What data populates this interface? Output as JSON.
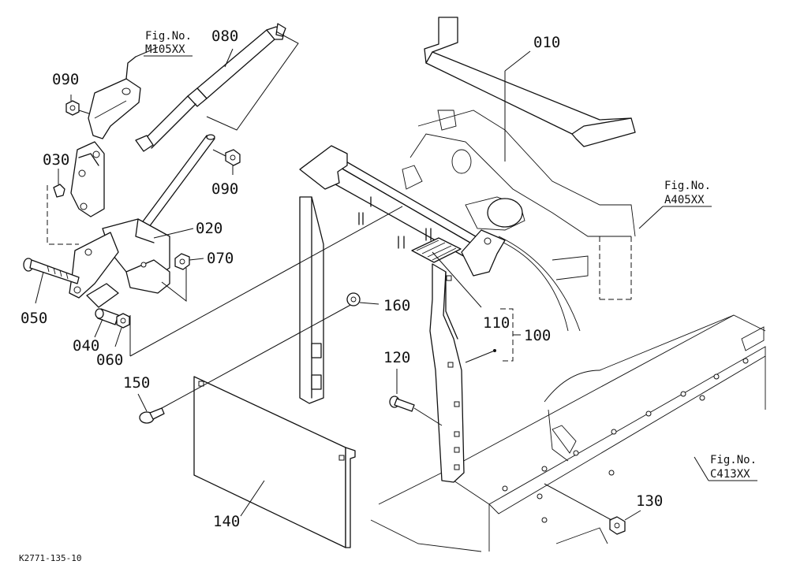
{
  "footer_code": "K2771-135-10",
  "callouts": [
    {
      "id": "010",
      "label": "010"
    },
    {
      "id": "020",
      "label": "020"
    },
    {
      "id": "030",
      "label": "030"
    },
    {
      "id": "040",
      "label": "040"
    },
    {
      "id": "050",
      "label": "050"
    },
    {
      "id": "060",
      "label": "060"
    },
    {
      "id": "070",
      "label": "070"
    },
    {
      "id": "080",
      "label": "080"
    },
    {
      "id": "090a",
      "label": "090"
    },
    {
      "id": "090b",
      "label": "090"
    },
    {
      "id": "100",
      "label": "100"
    },
    {
      "id": "110",
      "label": "110"
    },
    {
      "id": "120",
      "label": "120"
    },
    {
      "id": "130",
      "label": "130"
    },
    {
      "id": "140",
      "label": "140"
    },
    {
      "id": "150",
      "label": "150"
    },
    {
      "id": "160",
      "label": "160"
    }
  ],
  "figure_refs": [
    {
      "id": "m105",
      "line1": "Fig.No.",
      "line2": "M105XX"
    },
    {
      "id": "a405",
      "line1": "Fig.No.",
      "line2": "A405XX"
    },
    {
      "id": "c413",
      "line1": "Fig.No.",
      "line2": "C413XX"
    }
  ]
}
